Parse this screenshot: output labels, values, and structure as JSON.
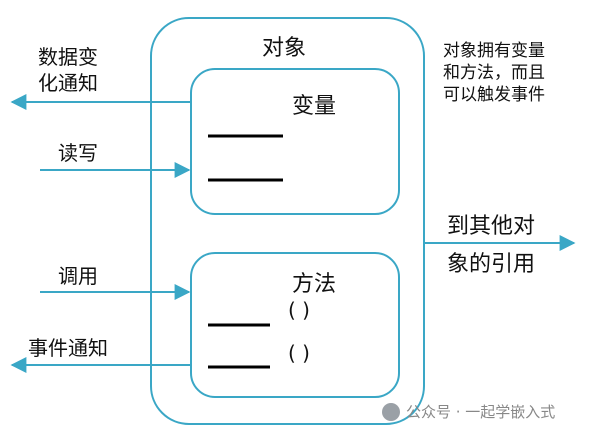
{
  "object": {
    "title": "对象"
  },
  "variables": {
    "title": "变量"
  },
  "methods": {
    "title": "方法",
    "parens": [
      "( )",
      "( )"
    ]
  },
  "inputs": {
    "data_change_notify": [
      "数据变",
      "化通知"
    ],
    "read_write": "读写",
    "call": "调用",
    "event_notify": "事件通知"
  },
  "note": [
    "对象拥有变量",
    "和方法，而且",
    "可以触发事件"
  ],
  "reference": [
    "到其他对",
    "象的引用"
  ],
  "watermark": "公众号 · 一起学嵌入式",
  "colors": {
    "line": "#3aa7c6",
    "bar": "#000000"
  }
}
